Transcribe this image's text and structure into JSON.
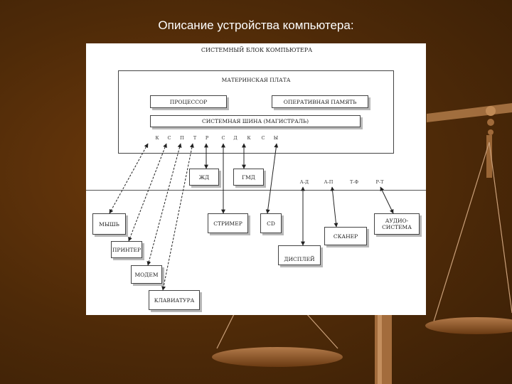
{
  "slide": {
    "title": "Описание устройства компьютера:"
  },
  "diagram": {
    "system_block": "СИСТЕМНЫЙ БЛОК КОМПЬЮТЕРА",
    "motherboard": "МАТЕРИНСКАЯ ПЛАТА",
    "processor": "ПРОЦЕССОР",
    "ram": "ОПЕРАТИВНАЯ ПАМЯТЬ",
    "bus": "СИСТЕМНАЯ ШИНА (МАГИСТРАЛЬ)",
    "ports": [
      "К",
      "С",
      "П",
      "Т",
      "Р",
      "С",
      "Д",
      "К",
      "С",
      "Ы"
    ],
    "internal_devices": [
      "ЖД",
      "ГМД"
    ],
    "extra_ports": [
      "А-Д",
      "А-П",
      "Т-Ф",
      "Р-Т"
    ],
    "external_devices": {
      "mouse": "МЫШЬ",
      "printer": "ПРИНТЕР",
      "modem": "МОДЕМ",
      "keyboard": "КЛАВИАТУРА",
      "streamer": "СТРИМЕР",
      "cd": "CD",
      "display": "ДИСПЛЕЙ",
      "scanner": "СКАНЕР",
      "audio": "АУДИО-СИСТЕМА"
    }
  }
}
